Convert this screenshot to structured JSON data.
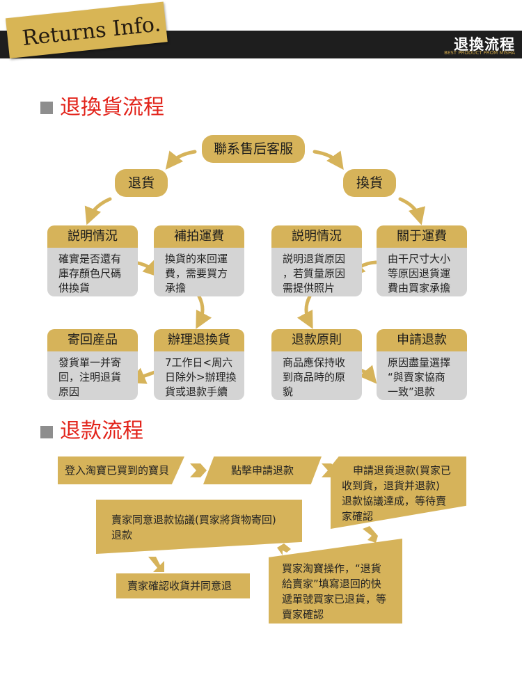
{
  "header": {
    "tag": "Returns  Info.",
    "title": "退換流程",
    "subtitle": "BEST PRODUCT FROM MISHA"
  },
  "section1": {
    "title": "退換貨流程",
    "top": "聯系售后客服",
    "left_branch": "退貨",
    "right_branch": "換貨",
    "cards": [
      {
        "head": "説明情況",
        "body": [
          "確實是否還有",
          "庫存顏色尺碼",
          "供換貨"
        ]
      },
      {
        "head": "補拍運費",
        "body": [
          "換貨的來回運",
          "費，需要買方",
          "承擔"
        ]
      },
      {
        "head": "説明情況",
        "body": [
          "説明退貨原因",
          "，若質量原因",
          "需提供照片"
        ]
      },
      {
        "head": "關于運費",
        "body": [
          "由干尺寸大小",
          "等原因退貨運",
          "費由買家承擔"
        ]
      },
      {
        "head": "寄回産品",
        "body": [
          "發貨單一并寄",
          "回，注明退貨",
          "原因"
        ]
      },
      {
        "head": "辦理退換貨",
        "body": [
          "7工作日<周六",
          "日除外>辦理換",
          "貨或退款手續"
        ]
      },
      {
        "head": "退款原則",
        "body": [
          "商品應保持收",
          "到商品時的原",
          "貌"
        ]
      },
      {
        "head": "申請退款",
        "body": [
          "原因盡量選擇",
          "“與賣家協商",
          "一致”退款"
        ]
      }
    ]
  },
  "section2": {
    "title": "退款流程",
    "step1": "登入淘寶已買到的寶貝",
    "step2": "點擊申請退款",
    "step3": [
      "申請退貨退款(買家已",
      "收到貨，退貨并退款)",
      "退款協議達成，等待賣",
      "家確認"
    ],
    "step4": [
      "賣家同意退款協議(買家將貨物寄回)",
      "退款"
    ],
    "step5": [
      "買家淘寶操作，“退貨",
      "給賣家”填寫退回的快",
      "遞單號買家已退貨，等",
      "賣家確認"
    ],
    "step6": "賣家確認收貨并同意退"
  },
  "colors": {
    "gold": "#d6b35a",
    "gray": "#d4d4d4",
    "title_red": "#e2231a",
    "dark": "#1e1e1e"
  }
}
